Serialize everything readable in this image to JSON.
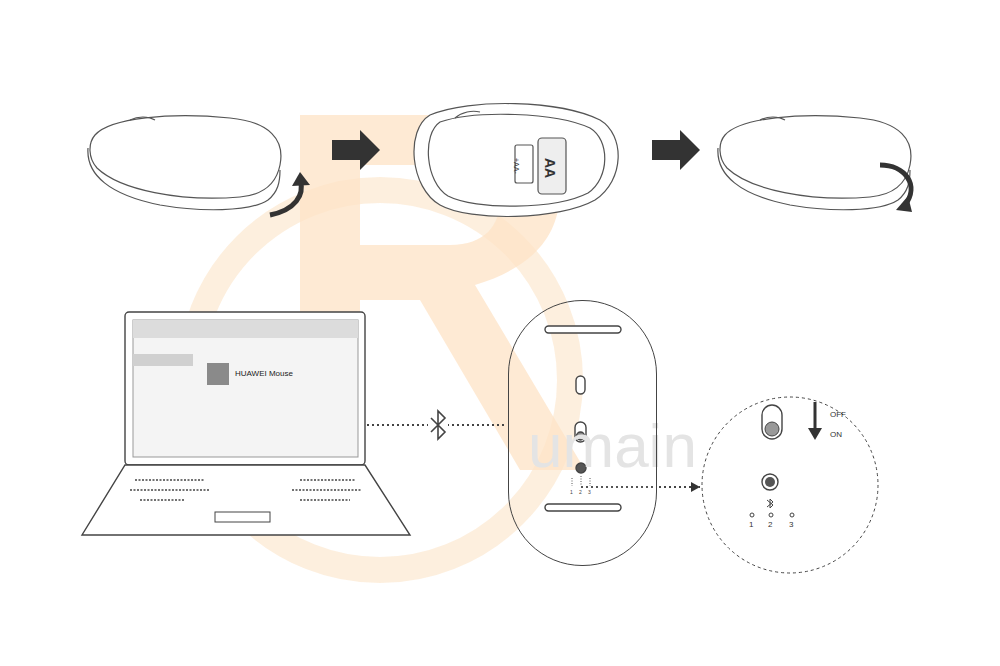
{
  "diagram": {
    "nodes": [
      {
        "text": [
          "HUAWEI Mouse"
        ]
      },
      {
        "text": [
          "1",
          "2",
          "3"
        ]
      },
      {
        "text": [
          "OFF",
          "ON",
          "1",
          "2",
          "3"
        ]
      }
    ],
    "edges": [
      {
        "from": 0,
        "to": 1,
        "arrow": "none"
      },
      {
        "from": 1,
        "to": 2,
        "arrow": "to"
      }
    ],
    "labels": [
      "+AA-",
      "AA",
      "umain"
    ]
  }
}
